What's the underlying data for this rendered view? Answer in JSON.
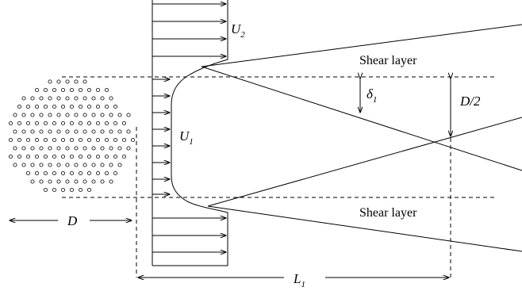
{
  "labels": {
    "u2": "U",
    "u2_sub": "2",
    "u1": "U",
    "u1_sub": "1",
    "shear_top": "Shear layer",
    "shear_bottom": "Shear layer",
    "delta": "δ",
    "delta_sub": "1",
    "half_d": "D/2",
    "d": "D",
    "l1": "L",
    "l1_sub": "1"
  }
}
